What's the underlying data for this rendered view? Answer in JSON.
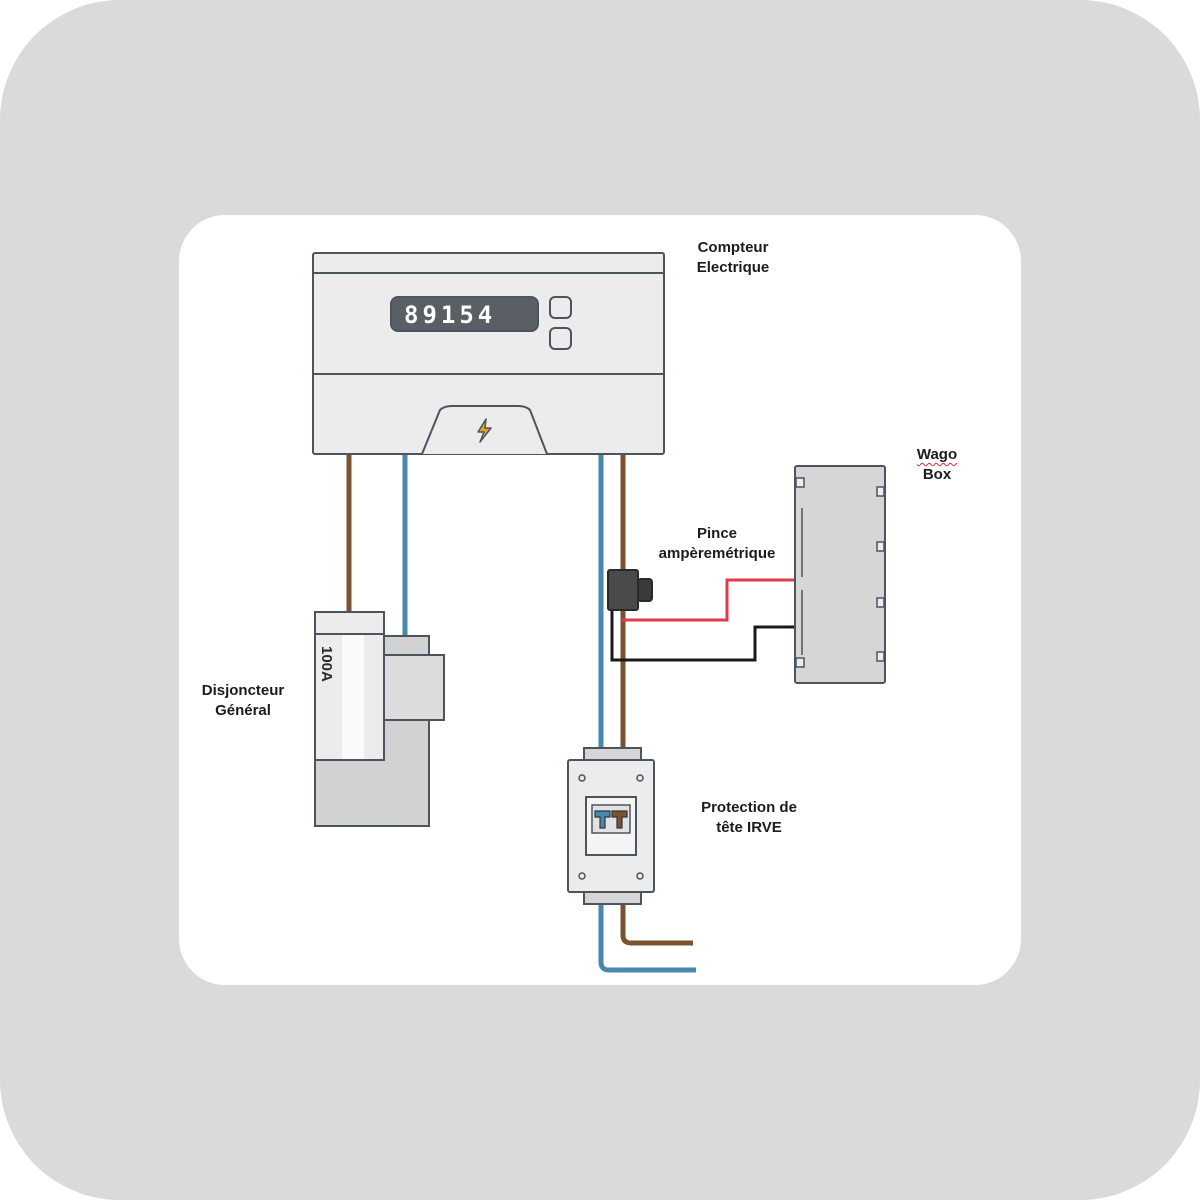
{
  "labels": {
    "meter": {
      "line1": "Compteur",
      "line2": "Electrique"
    },
    "wago": {
      "line1": "Wago",
      "line2": "Box"
    },
    "clamp": {
      "line1": "Pince",
      "line2": "ampèremétrique"
    },
    "main_breaker": {
      "line1": "Disjoncteur",
      "line2": "Général"
    },
    "irve_protection": {
      "line1": "Protection de",
      "line2": "tête IRVE"
    }
  },
  "meter": {
    "display_value": "89154"
  },
  "main_breaker": {
    "rating": "100A"
  },
  "colors": {
    "background_outer": "#dadada",
    "card": "#ffffff",
    "device_body": "#ececec",
    "device_outline": "#4a5560",
    "brown_wire": "#7a5230",
    "blue_wire": "#4a87ad",
    "red_wire": "#e23a4e",
    "black_wire": "#1a1a1a",
    "display": "#5a5f66",
    "lightning": "#e9a32a"
  },
  "icons": [
    "lightning-bolt-icon"
  ]
}
